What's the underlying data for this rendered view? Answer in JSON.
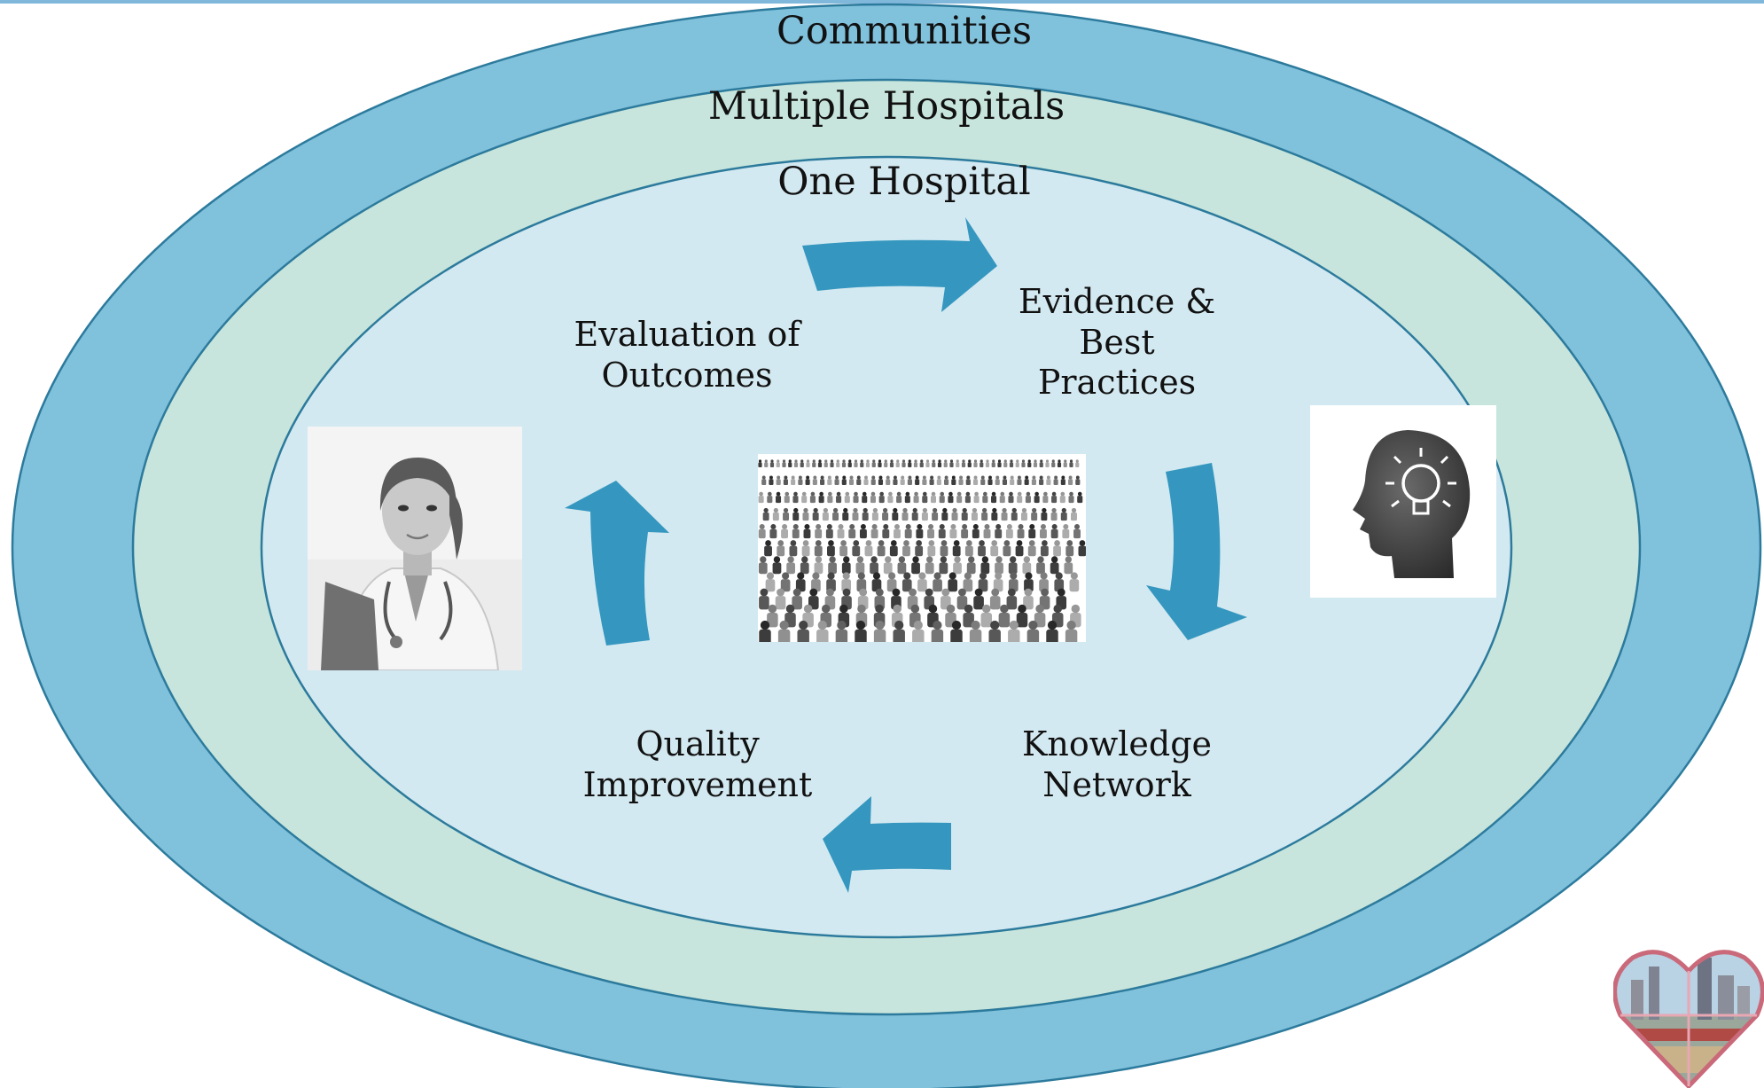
{
  "rings": {
    "outer": "Communities",
    "middle": "Multiple Hospitals",
    "inner": "One Hospital"
  },
  "steps": {
    "evidence": [
      "Evidence &",
      "Best",
      "Practices"
    ],
    "knowledge": [
      "Knowledge",
      "Network"
    ],
    "quality": [
      "Quality",
      "Improvement"
    ],
    "evaluation": [
      "Evaluation of",
      "Outcomes"
    ]
  },
  "images": {
    "left": "doctor-photo",
    "center": "crowd-illustration",
    "right": "lightbulb-head-icon",
    "corner": "heart-city-logo"
  },
  "colors": {
    "outer_ring": "#80c1dc",
    "middle_ring": "#c7e5dc",
    "inner_ring": "#d3e9f1",
    "outline": "#2c7a9c",
    "arrow": "#3597bf",
    "top_rule": "#80b8dc"
  }
}
